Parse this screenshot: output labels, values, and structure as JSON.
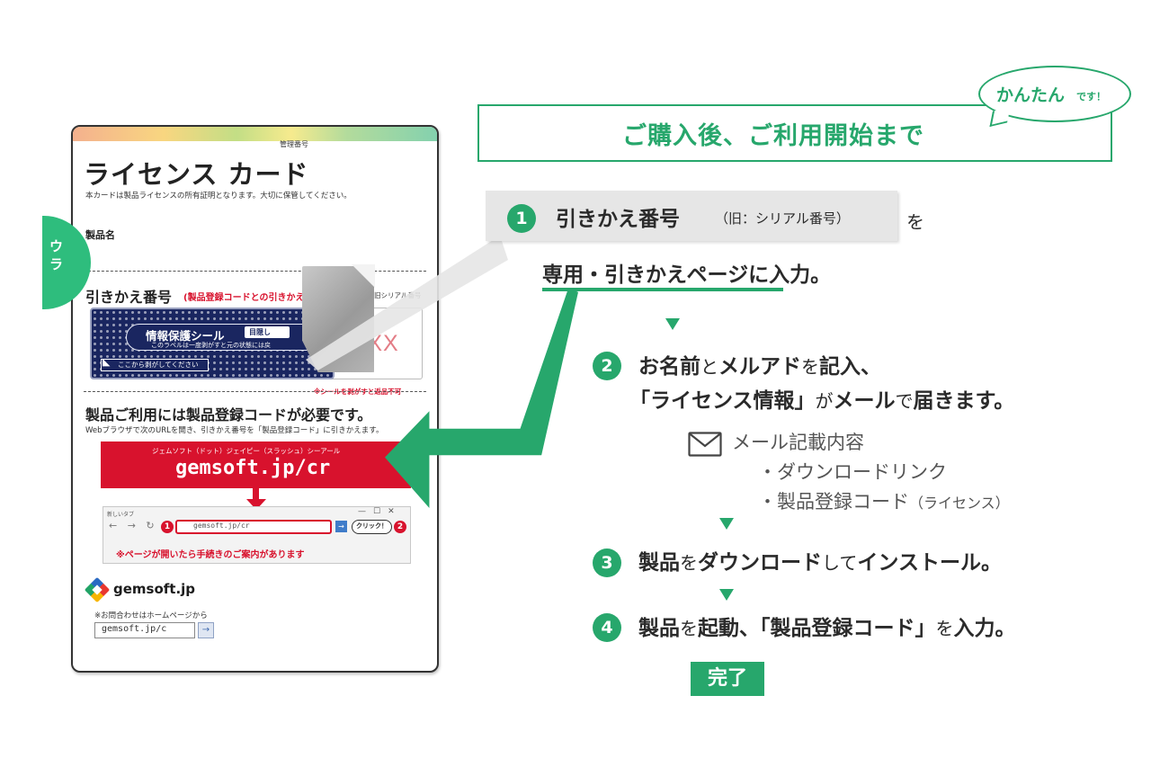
{
  "card": {
    "management_label": "管理番号",
    "title": "ライセンス カード",
    "note": "本カードは製品ライセンスの所有証明となります。大切に保管してください。",
    "product_name_label": "製品名",
    "exchange_label": "引きかえ番号",
    "exchange_sub": "(製品登録コードとの引きかえ",
    "serial_label": "旧シリアル番号",
    "seal_title": "情報保護シール",
    "seal_badge": "目隠し",
    "seal_desc": "このラベルは一度剥がすと元の状態には戻",
    "seal_peel": "ここから剥がしてください",
    "serial_placeholder": "XXXX",
    "seal_warning": "※シールを剥がすと返品不可",
    "registration_required": "製品ご利用には製品登録コードが必要です。",
    "browser_instruction": "Webブラウザで次のURLを開き、引きかえ番号を「製品登録コード」に引きかえます。",
    "url_reading": "ジェムソフト（ドット）ジェイピー（スラッシュ）シーアール",
    "url": "gemsoft.jp/cr",
    "browser": {
      "tab_label": "新しいタブ",
      "nav": "← → ↻",
      "controls": "—☐✕",
      "step1": "1",
      "address": "gemsoft.jp/cr",
      "go": "→",
      "click_label": "クリック！",
      "step2": "2"
    },
    "page_opened_note": "※ページが開いたら手続きのご案内があります",
    "brand": "gemsoft.jp",
    "inquiry": "※お問合わせはホームページから",
    "homepage": "gemsoft.jp/c",
    "homepage_go": "→"
  },
  "back_tab_label": "ウラ",
  "header": {
    "title": "ご購入後、ご利用開始まで",
    "bubble_main": "かんたん",
    "bubble_small": "です！"
  },
  "steps": {
    "s1": {
      "number": "1",
      "main": "引きかえ番号",
      "sub": "（旧：シリアル番号）",
      "particle": "を",
      "line2": "専用・引きかえページに入力。"
    },
    "s2": {
      "number": "2",
      "line1": [
        "お名前",
        "と",
        "メルアド",
        "を",
        "記入、"
      ],
      "line2": [
        "「ライセンス情報」",
        "が",
        "メール",
        "で",
        "届きます。"
      ]
    },
    "mail": {
      "title": "メール記載内容",
      "item1": "・ダウンロードリンク",
      "item2": "・製品登録コード",
      "item2_sub": "（ライセンス）"
    },
    "s3": {
      "number": "3",
      "parts": [
        "製品",
        "を",
        "ダウンロード",
        "して",
        "インストール。"
      ]
    },
    "s4": {
      "number": "4",
      "parts": [
        "製品",
        "を",
        "起動、「製品登録コード」",
        "を",
        "入力。"
      ]
    },
    "done": "完了"
  },
  "colors": {
    "accent_green": "#27a76c",
    "accent_red": "#d8122d",
    "seal_navy": "#1a2660"
  }
}
